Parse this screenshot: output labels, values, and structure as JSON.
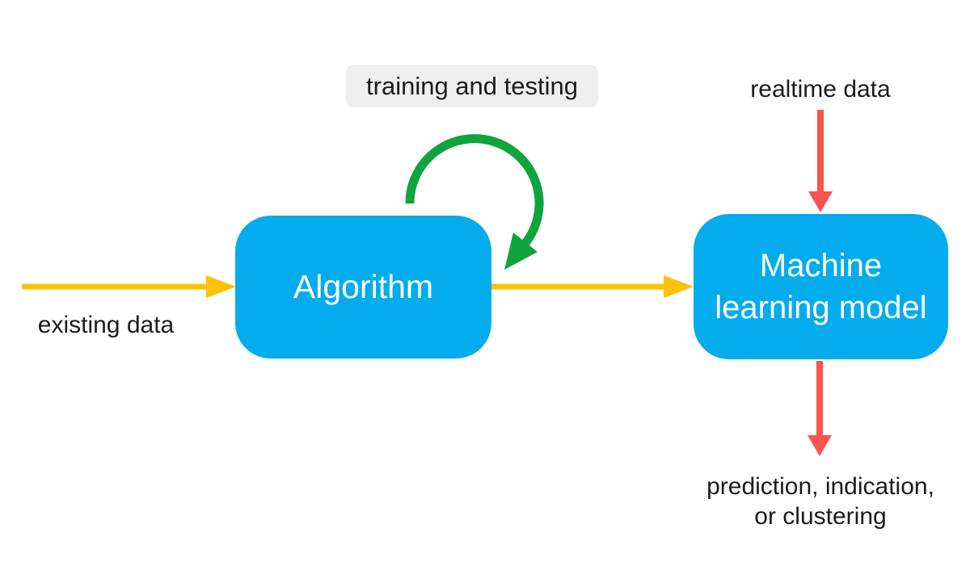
{
  "colors": {
    "background": "#ffffff",
    "box-blue": "#03acec",
    "box-text": "#ffffff",
    "arrow-yellow": "#ffc107",
    "arrow-red": "#f9544e",
    "arrow-green": "#0fa43c",
    "label-bg": "#efefef",
    "text-dark": "#1b1b1b"
  },
  "nodes": {
    "algorithm": {
      "label": "Algorithm"
    },
    "ml_model": {
      "line1": "Machine",
      "line2": "learning model"
    }
  },
  "labels": {
    "training": "training and testing",
    "existing": "existing data",
    "realtime": "realtime data",
    "output_line1": "prediction, indication,",
    "output_line2": "or clustering"
  },
  "edges": [
    {
      "from": "existing data",
      "to": "Algorithm",
      "color": "yellow",
      "direction": "right"
    },
    {
      "from": "Algorithm",
      "to": "Algorithm",
      "label": "training and testing",
      "color": "green",
      "type": "self-loop"
    },
    {
      "from": "Algorithm",
      "to": "Machine learning model",
      "color": "yellow",
      "direction": "right"
    },
    {
      "from": "realtime data",
      "to": "Machine learning model",
      "color": "red",
      "direction": "down"
    },
    {
      "from": "Machine learning model",
      "to": "prediction, indication, or clustering",
      "color": "red",
      "direction": "down"
    }
  ]
}
